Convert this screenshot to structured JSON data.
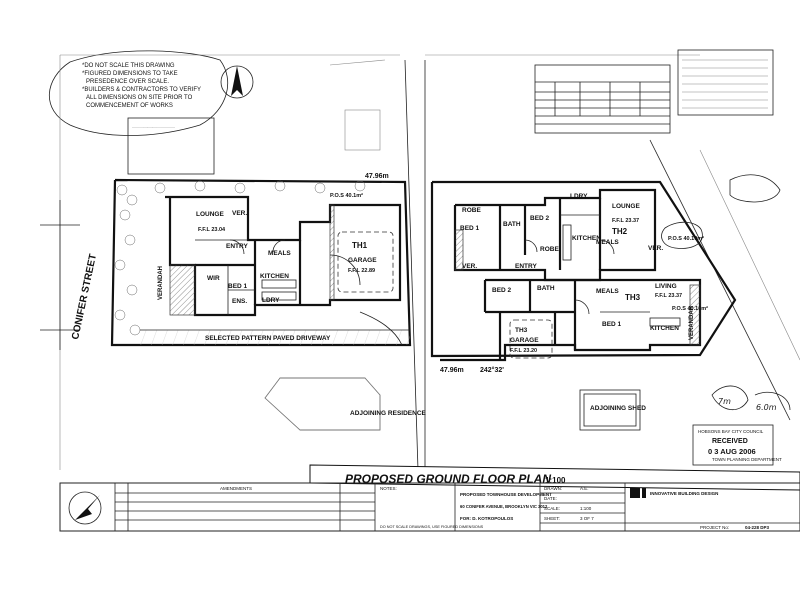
{
  "notes": {
    "scale_note": [
      "*DO NOT SCALE THIS DRAWING",
      "*FIGURED DIMENSIONS TO TAKE",
      "PRESEDENCE OVER SCALE.",
      "*BUILDERS & CONTRACTORS TO VERIFY",
      "ALL DIMENSIONS ON SITE PRIOR TO",
      "COMMENCEMENT OF WORKS"
    ]
  },
  "site": {
    "street": "CONIFER STREET",
    "boundary_left": "47.96m",
    "boundary_right": "47.96m",
    "bearing": "242°32'",
    "driveway": "SELECTED PATTERN PAVED DRIVEWAY",
    "adjoining_residence": "ADJOINING RESIDENCE",
    "adjoining_shed": "ADJOINING SHED",
    "verandah_left": "VERANDAH",
    "verandah_right": "VERANDAH"
  },
  "rooms": {
    "lounge_1": "LOUNGE",
    "ffl_1": "F.F.L 23.04",
    "ver_1": "VER.",
    "entry_1": "ENTRY",
    "meals_1": "MEALS",
    "kitchen_1": "KITCHEN",
    "bed1_1": "BED 1",
    "wir_1": "WIR",
    "ens_1": "ENS.",
    "ldy_1": "LDRY",
    "th1": "TH1",
    "garage_1": "GARAGE",
    "ffl_g1": "F.F.L 22.89",
    "pos_1": "P.O.S 40.1m²",
    "robe_1": "ROBE",
    "bed1_2": "BED 1",
    "bath_2": "BATH",
    "bed2_2": "BED 2",
    "lndry_2": "LDRY",
    "kitchen_2": "KITCHEN",
    "lounge_2": "LOUNGE",
    "ffl_2": "F.F.L 23.37",
    "th2": "TH2",
    "meals_2": "MEALS",
    "ver_2": "VER.",
    "entry_2": "ENTRY",
    "robe_2": "ROBE",
    "pos_2": "P.O.S 40.10m²",
    "ver_3": "VER.",
    "bed2_3": "BED 2",
    "bath_3": "BATH",
    "meals_3": "MEALS",
    "th3": "TH3",
    "living_3": "LIVING",
    "ffl_3": "F.F.L 23.37",
    "garage_3": "GARAGE",
    "th3_g": "TH3",
    "ffl_g3": "F.F.L 23.20",
    "bed1_3": "BED 1",
    "kitchen_3": "KITCHEN",
    "pos_3": "P.O.S 40.10m²"
  },
  "stamp": {
    "council": "HOBSONS BAY CITY COUNCIL",
    "received": "RECEIVED",
    "date": "0 3 AUG 2006",
    "dept": "TOWN PLANNING DEPARTMENT"
  },
  "handwritten": {
    "h1": "7m",
    "h2": "6.0m"
  },
  "title": {
    "main": "PROPOSED GROUND FLOOR PLAN",
    "scale": "1:100"
  },
  "title_block": {
    "project_label": "PROPOSED TOWNHOUSE DEVELOPMENT",
    "address": "60 CONIFER AVENUE, BROOKLYN VIC 3012",
    "client": "FOR: D. KOTROPOULOS",
    "drawn_label": "DRAWN:",
    "drawn": "A.E.",
    "date_label": "DATE:",
    "scale_label": "SCALE:",
    "scale": "1:100",
    "sheet_label": "SHEET:",
    "sheet": "3 OF 7",
    "project_no_label": "PROJECT No:",
    "project_no": "04-228 DP3",
    "firm": "INNOVATIVE BUILDING DESIGN",
    "notes_label": "NOTES:",
    "do_not_scale": "DO NOT SCALE DRAWINGS, USE FIGURED DIMENSIONS",
    "amendments_label": "AMENDMENTS"
  }
}
